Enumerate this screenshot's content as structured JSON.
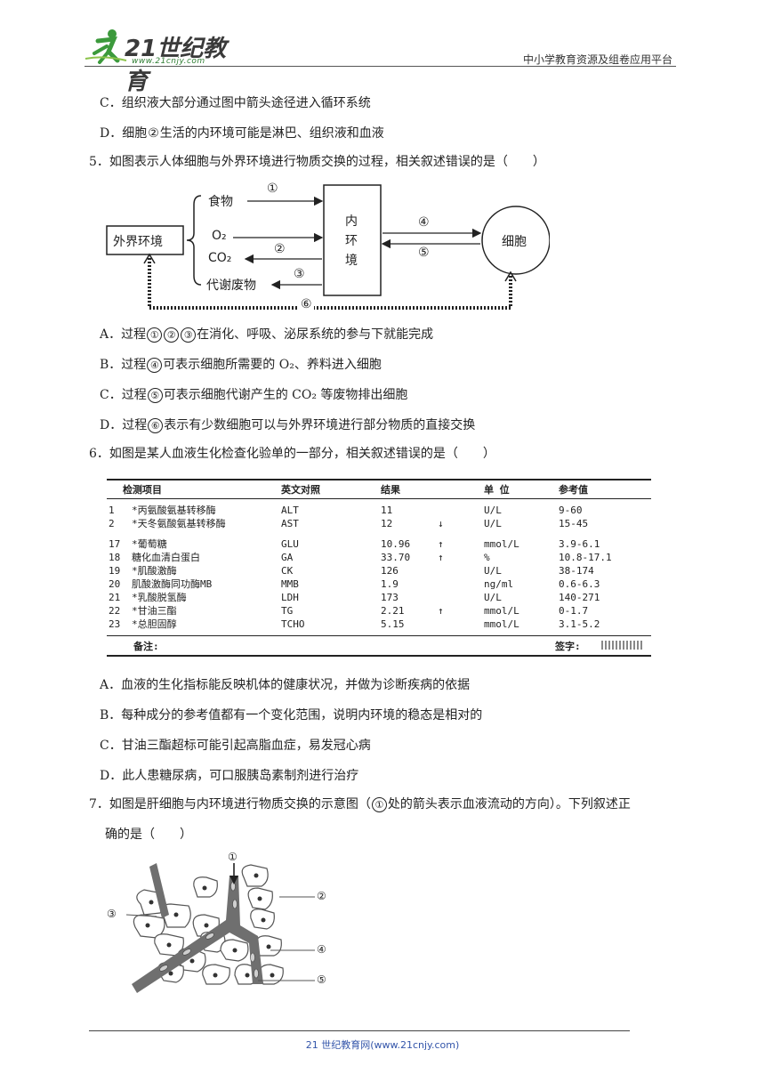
{
  "header": {
    "logo_main": "21世纪教育",
    "logo_url": "www.21cnjy.com",
    "platform": "中小学教育资源及组卷应用平台"
  },
  "q4": {
    "c": "C．组织液大部分通过图中箭头途径进入循环系统",
    "d_pre": "D．细胞",
    "d_num": "②",
    "d_post": "生活的内环境可能是淋巴、组织液和血液"
  },
  "q5": {
    "stem": "5．如图表示人体细胞与外界环境进行物质交换的过程，相关叙述错误的是（　　）",
    "diagram": {
      "outer": "外界环境",
      "food": "食物",
      "o2": "O₂",
      "co2": "CO₂",
      "waste": "代谢废物",
      "inner": "内环境",
      "cell": "细胞",
      "n1": "①",
      "n2": "②",
      "n3": "③",
      "n4": "④",
      "n5": "⑤",
      "n6": "⑥"
    },
    "a_pre": "A．过程",
    "a_post": "在消化、呼吸、泌尿系统的参与下就能完成",
    "b_pre": "B．过程",
    "b_post": "可表示细胞所需要的 O₂、养料进入细胞",
    "c_pre": "C．过程",
    "c_post": "可表示细胞代谢产生的 CO₂ 等废物排出细胞",
    "d_pre": "D．过程",
    "d_post": "表示有少数细胞可以与外界环境进行部分物质的直接交换"
  },
  "q6": {
    "stem": "6．如图是某人血液生化检查化验单的一部分，相关叙述错误的是（　　）",
    "table": {
      "headers": [
        "检测项目",
        "英文对照",
        "结果",
        "单  位",
        "参考值"
      ],
      "rows": [
        [
          "1",
          "*丙氨酸氨基转移酶",
          "ALT",
          "11",
          "",
          "U/L",
          "9-60"
        ],
        [
          "2",
          "*天冬氨酸氨基转移酶",
          "AST",
          "12",
          "↓",
          "U/L",
          "15-45"
        ],
        [
          "17",
          "*葡萄糖",
          "GLU",
          "10.96",
          "↑",
          "mmol/L",
          "3.9-6.1"
        ],
        [
          "18",
          "糖化血清白蛋白",
          "GA",
          "33.70",
          "↑",
          "%",
          "10.8-17.1"
        ],
        [
          "19",
          "*肌酸激酶",
          "CK",
          "126",
          "",
          "U/L",
          "38-174"
        ],
        [
          "20",
          "肌酸激酶同功酶MB",
          "MMB",
          "1.9",
          "",
          "ng/ml",
          "0.6-6.3"
        ],
        [
          "21",
          "*乳酸脱氢酶",
          "LDH",
          "173",
          "",
          "U/L",
          "140-271"
        ],
        [
          "22",
          "*甘油三酯",
          "TG",
          "2.21",
          "↑",
          "mmol/L",
          "0-1.7"
        ],
        [
          "23",
          "*总胆固醇",
          "TCHO",
          "5.15",
          "",
          "mmol/L",
          "3.1-5.2"
        ]
      ],
      "note": "备注:",
      "sign": "签字:"
    },
    "a": "A．血液的生化指标能反映机体的健康状况，并做为诊断疾病的依据",
    "b": "B．每种成分的参考值都有一个变化范围，说明内环境的稳态是相对的",
    "c": "C．甘油三酯超标可能引起高脂血症，易发冠心病",
    "d": "D．此人患糖尿病，可口服胰岛素制剂进行治疗"
  },
  "q7": {
    "stem1_pre": "7．如图是肝细胞与内环境进行物质交换的示意图（",
    "stem1_num": "①",
    "stem1_post": "处的箭头表示血液流动的方向）。下列叙述正",
    "stem2": "确的是（　　）",
    "labels": [
      "①",
      "②",
      "③",
      "④",
      "⑤"
    ]
  },
  "footer": {
    "text": "21 世纪教育网(www.21cnjy.com)"
  },
  "colors": {
    "logo_green": "#3c9a3c",
    "footer_blue": "#3355aa"
  }
}
